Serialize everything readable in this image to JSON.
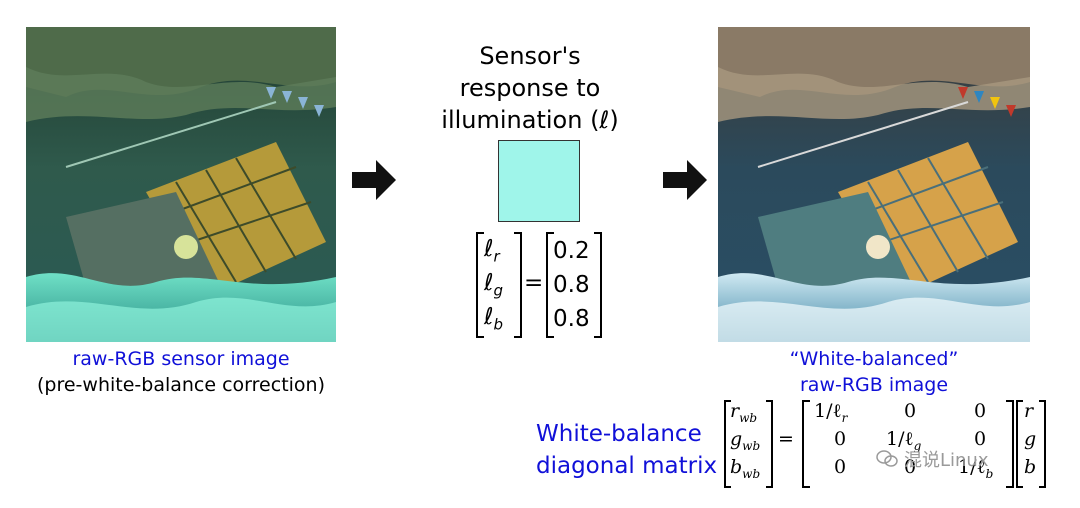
{
  "left_image": {
    "caption_line1": "raw-RGB sensor image",
    "caption_line2": "(pre-white-balance correction)"
  },
  "center": {
    "title_line1": "Sensor's",
    "title_line2": "response to",
    "title_line3": "illumination (ℓ)",
    "swatch_color": "#9ff5ea",
    "illum_vector": {
      "r": "ℓ",
      "r_sub": "r",
      "g": "ℓ",
      "g_sub": "g",
      "b": "ℓ",
      "b_sub": "b",
      "equals": "=",
      "values": [
        "0.2",
        "0.8",
        "0.8"
      ]
    }
  },
  "right_image": {
    "caption_line1": "“White-balanced”",
    "caption_line2": "raw-RGB image"
  },
  "wb_matrix": {
    "label_line1": "White-balance",
    "label_line2": "diagonal matrix",
    "lhs": [
      "r",
      "g",
      "b"
    ],
    "lhs_sub": "wb",
    "equals": "=",
    "row1": [
      "1/ℓ",
      "0",
      "0"
    ],
    "row1_sub": "r",
    "row2": [
      "0",
      "1/ℓ",
      "0"
    ],
    "row2_sub": "g",
    "row3": [
      "0",
      "0",
      "1/ℓ"
    ],
    "row3_sub": "b",
    "rhs": [
      "r",
      "g",
      "b"
    ]
  },
  "watermark": {
    "text": "混说Linux"
  },
  "colors": {
    "caption_blue": "#1010d8",
    "arrow": "#111111"
  }
}
